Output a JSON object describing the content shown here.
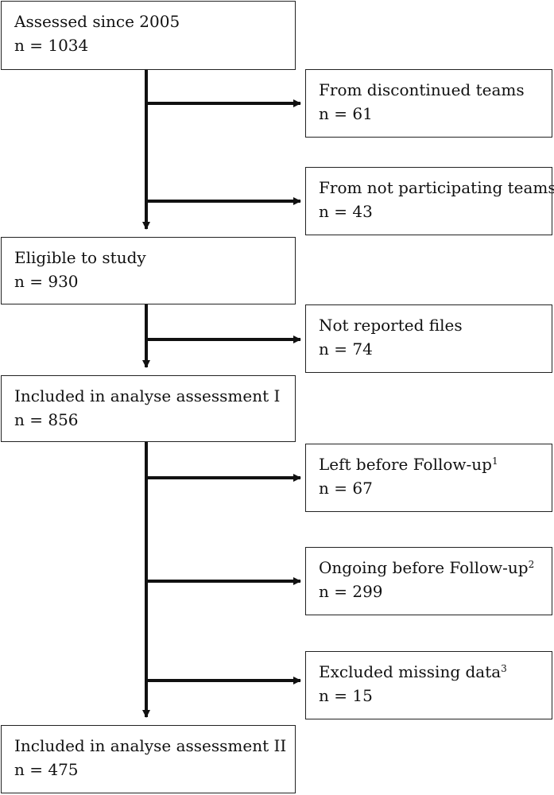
{
  "main_boxes": [
    {
      "label": "Assessed since 2005",
      "count": "n = 1034"
    },
    {
      "label": "Eligible to study",
      "count": "n = 930"
    },
    {
      "label": "Included in analyse assessment I",
      "count": "n = 856"
    },
    {
      "label": "Included in analyse assessment II",
      "count": "n = 475"
    }
  ],
  "exclusion_boxes": [
    {
      "label": "From discontinued teams",
      "sup": "",
      "count": "n = 61"
    },
    {
      "label": "From not participating teams",
      "sup": "",
      "count": "n = 43"
    },
    {
      "label": "Not reported files",
      "sup": "",
      "count": "n = 74"
    },
    {
      "label": "Left before Follow-up",
      "sup": "1",
      "count": "n = 67"
    },
    {
      "label": "Ongoing before Follow-up",
      "sup": "2",
      "count": "n = 299"
    },
    {
      "label": "Excluded missing data",
      "sup": "3",
      "count": "n = 15"
    }
  ]
}
